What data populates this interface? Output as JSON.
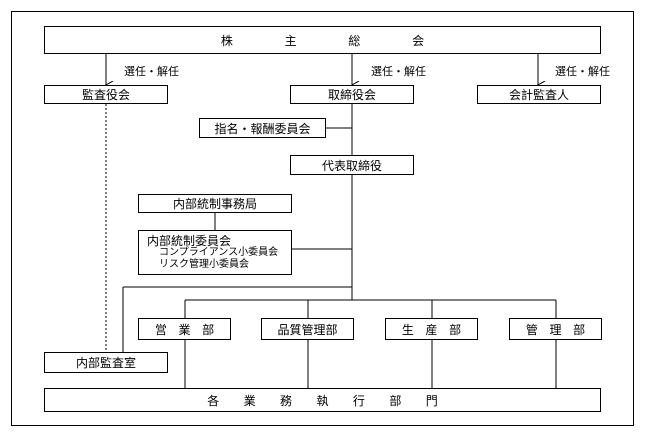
{
  "title_chars": [
    "株",
    "主",
    "総",
    "会"
  ],
  "appoint_label": "選任・解任",
  "auditors": "監査役会",
  "board": "取締役会",
  "accounting_auditor": "会計監査人",
  "nomination_committee": "指名・報酬委員会",
  "representative": "代表取締役",
  "internal_control_office": "内部統制事務局",
  "internal_control_committee": {
    "title": "内部統制委員会",
    "sub1": "コンプライアンス小委員会",
    "sub2": "リスク管理小委員会"
  },
  "departments": {
    "sales": [
      "営",
      "業",
      "部"
    ],
    "quality": "品質管理部",
    "production": [
      "生",
      "産",
      "部"
    ],
    "management": [
      "管",
      "理",
      "部"
    ]
  },
  "internal_audit": "内部監査室",
  "execution_chars": [
    "各",
    "業",
    "務",
    "執",
    "行",
    "部",
    "門"
  ]
}
